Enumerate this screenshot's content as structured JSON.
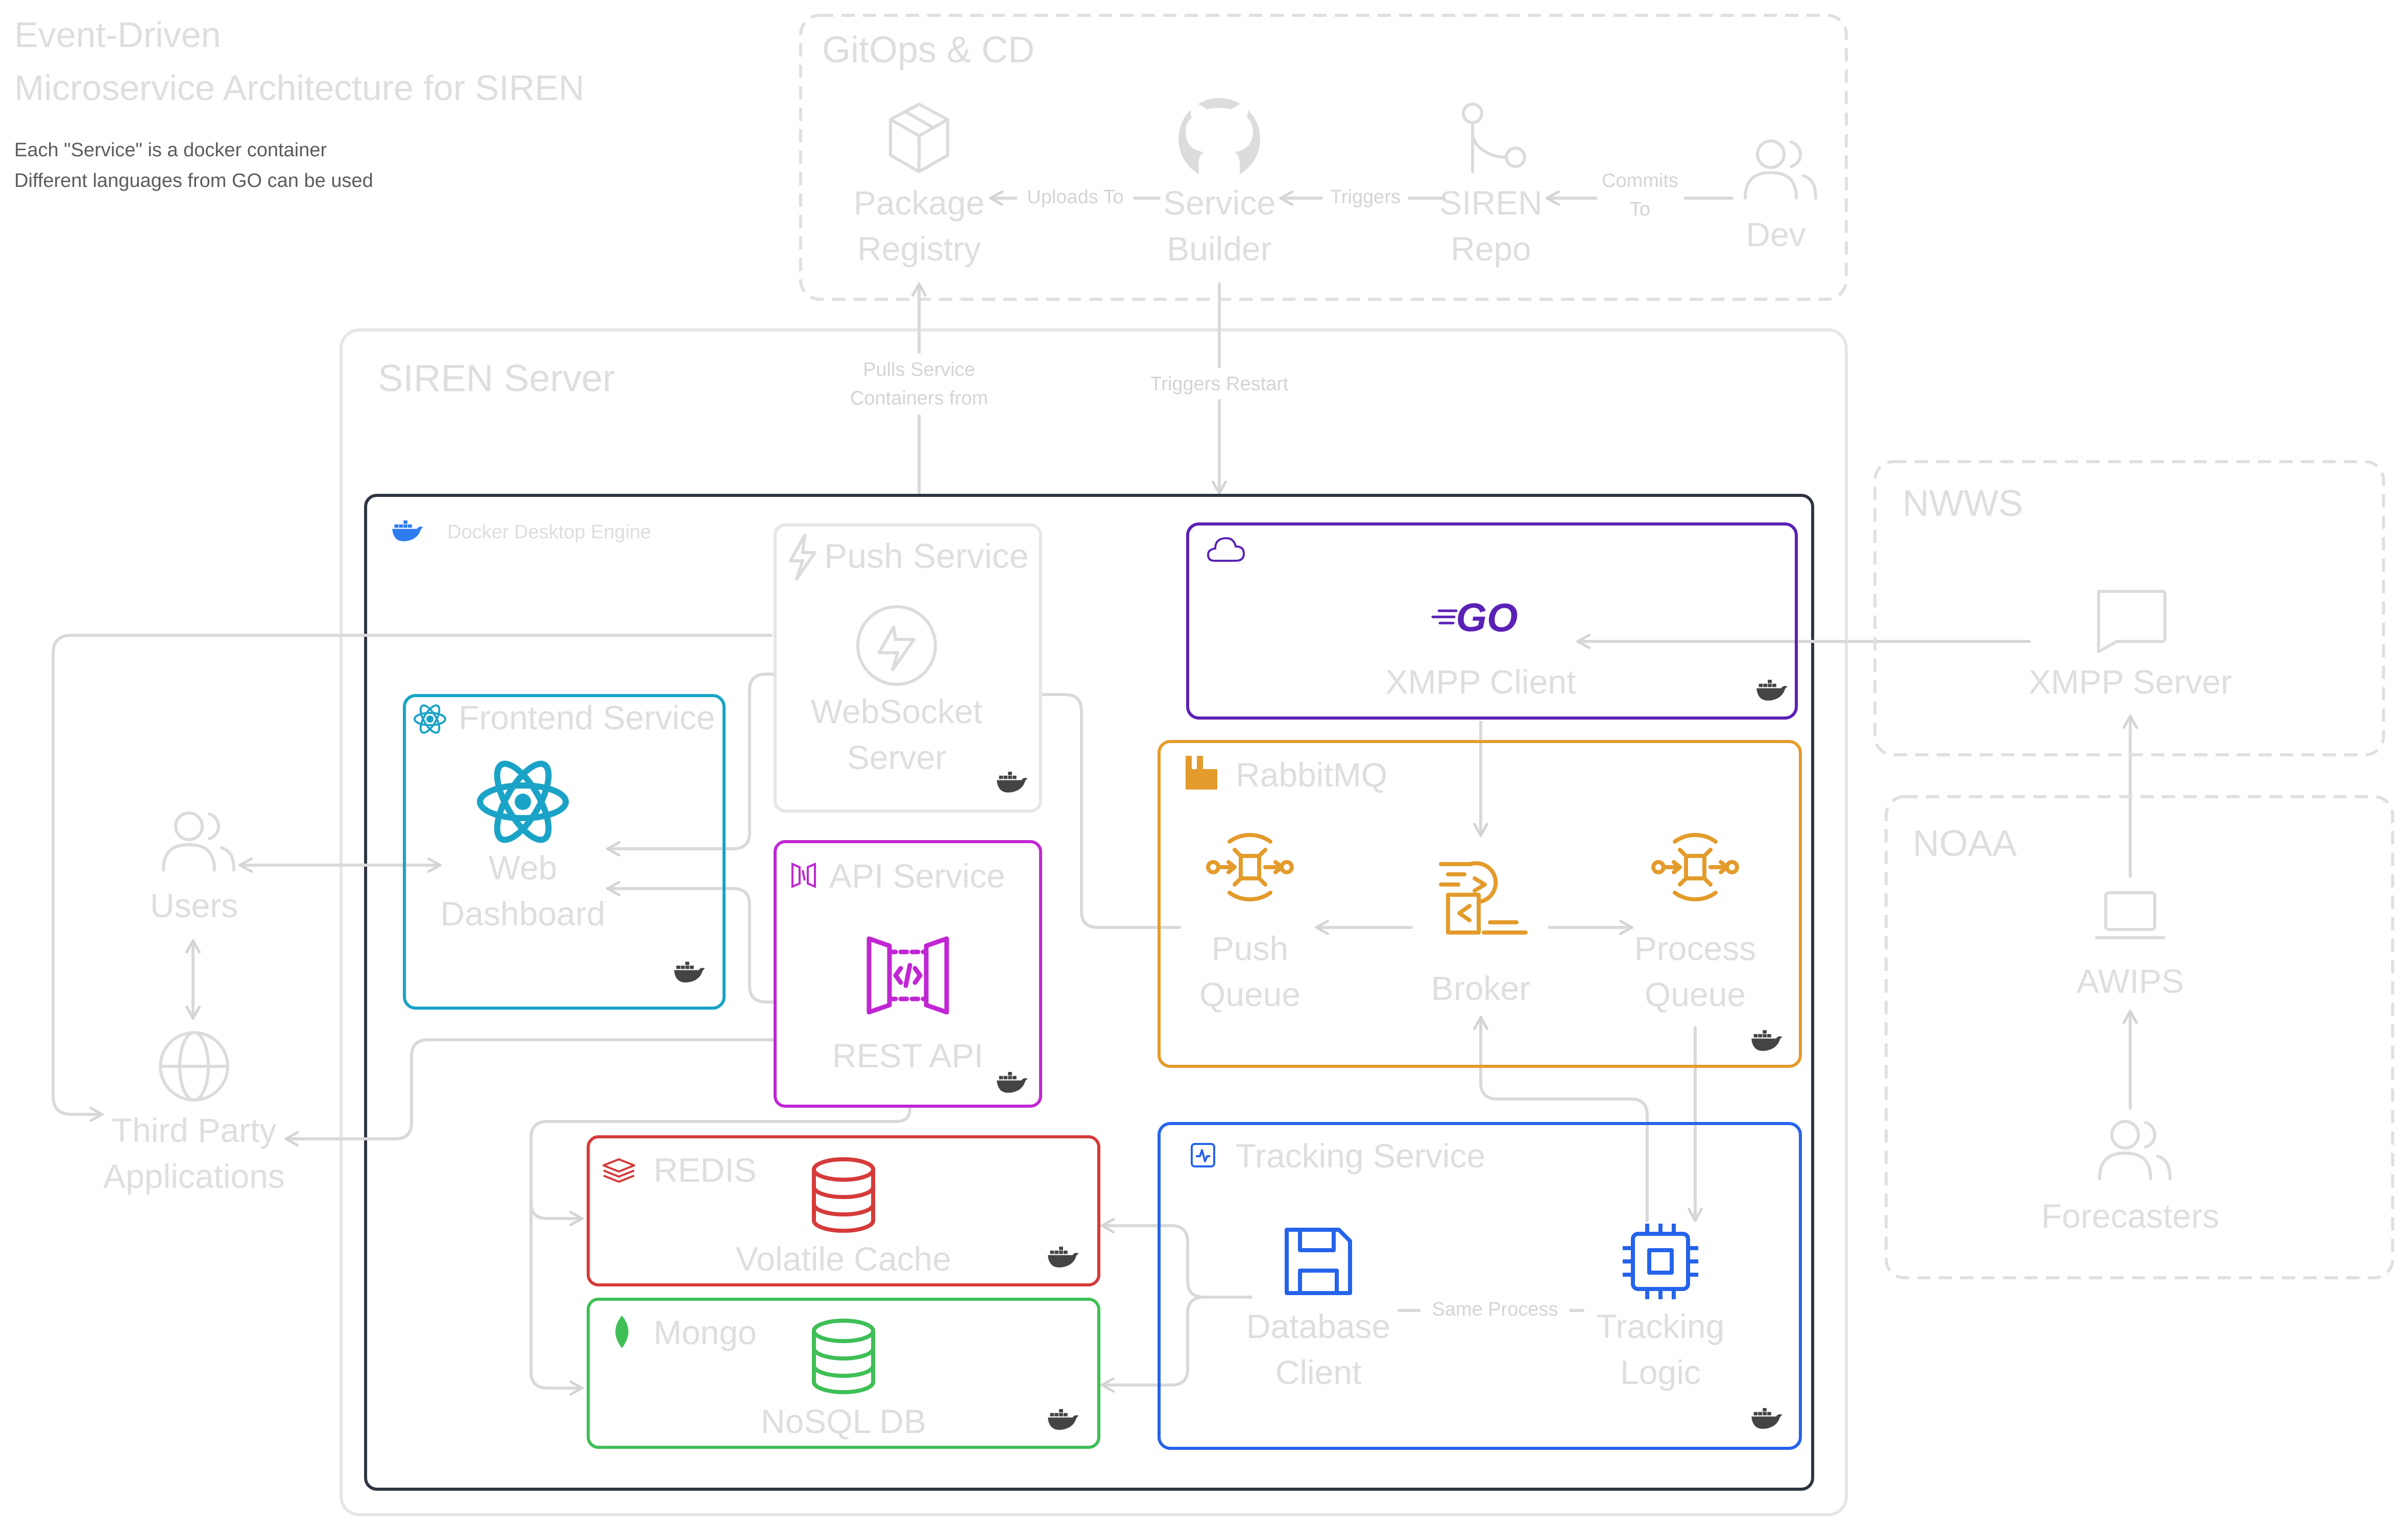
{
  "header": {
    "title_line1": "Event-Driven",
    "title_line2": "Microservice Architecture for SIREN",
    "note_line1": "Each \"Service\" is a docker container",
    "note_line2": "Different languages from GO can be used"
  },
  "gitops": {
    "title": "GitOps & CD",
    "package_registry": [
      "Package",
      "Registry"
    ],
    "service_builder": [
      "Service",
      "Builder"
    ],
    "siren_repo": [
      "SIREN",
      "Repo"
    ],
    "dev": "Dev",
    "uploads_to": "Uploads To",
    "triggers": "Triggers",
    "commits_to": [
      "Commits",
      "To"
    ]
  },
  "server": {
    "title": "SIREN Server",
    "pulls_service": [
      "Pulls Service",
      "Containers from"
    ],
    "triggers_restart": "Triggers Restart",
    "docker_label": "Docker Desktop Engine"
  },
  "push_service": {
    "title": "Push Service",
    "node": [
      "WebSocket",
      "Server"
    ]
  },
  "frontend_service": {
    "title": "Frontend Service",
    "node": [
      "Web",
      "Dashboard"
    ]
  },
  "api_service": {
    "title": "API Service",
    "node": "REST API"
  },
  "xmpp_client": {
    "logo": "GO",
    "node": "XMPP Client"
  },
  "rabbitmq": {
    "title": "RabbitMQ",
    "push_queue": [
      "Push",
      "Queue"
    ],
    "broker": "Broker",
    "process_queue": [
      "Process",
      "Queue"
    ]
  },
  "redis": {
    "title": "REDIS",
    "node": "Volatile Cache"
  },
  "mongo": {
    "title": "Mongo",
    "node": "NoSQL DB"
  },
  "tracking": {
    "title": "Tracking Service",
    "db_client": [
      "Database",
      "Client"
    ],
    "logic": [
      "Tracking",
      "Logic"
    ],
    "same_process": "Same Process"
  },
  "external": {
    "users": "Users",
    "third_party": [
      "Third Party",
      "Applications"
    ]
  },
  "nwws": {
    "title": "NWWS",
    "xmpp_server": "XMPP Server"
  },
  "noaa": {
    "title": "NOAA",
    "awips": "AWIPS",
    "forecasters": "Forecasters"
  },
  "colors": {
    "frontend": "#1aa3c7",
    "api": "#c026d3",
    "xmpp": "#5b21b6",
    "rabbitmq": "#e39b2b",
    "redis": "#d63a3a",
    "mongo": "#3fbf56",
    "tracking": "#2563eb",
    "docker": "#2e3440",
    "faded": "#dedede"
  }
}
